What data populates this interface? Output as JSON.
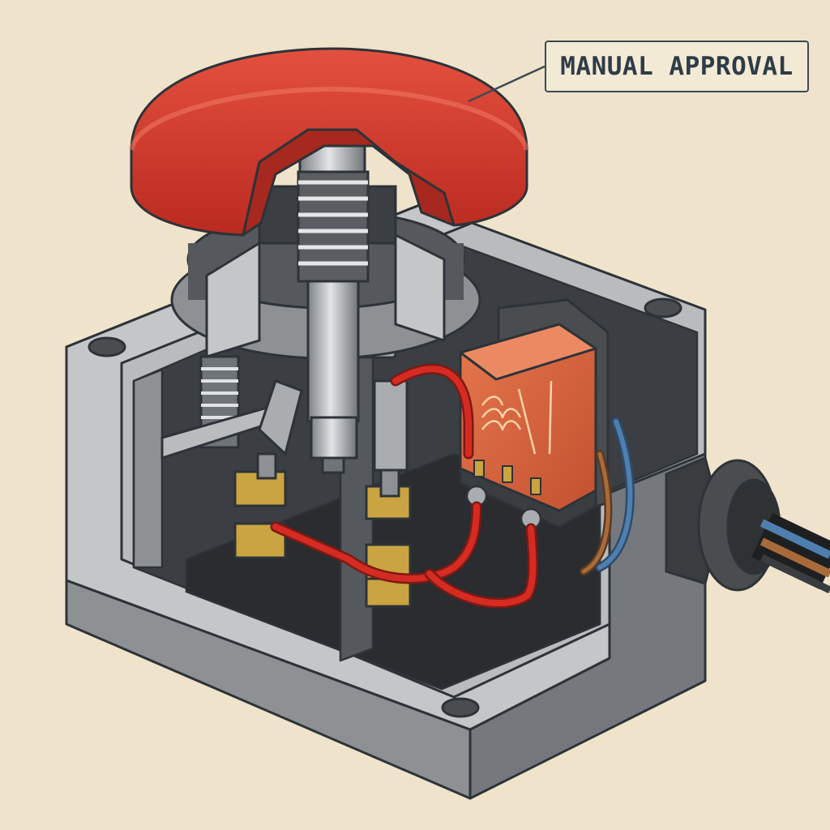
{
  "callout": {
    "text": "MANUAL APPROVAL",
    "target": "red-push-button-cap"
  },
  "components": [
    "red-push-button-cap",
    "plunger-shaft",
    "compression-spring",
    "side-spring",
    "switch-actuator-links",
    "brass-contact-blocks",
    "relay-module",
    "relay-coil",
    "relay-terminals",
    "red-wire",
    "cable-gland",
    "output-cable",
    "enclosure-housing",
    "mounting-holes"
  ],
  "colors": {
    "background": "#efe4cb",
    "button": "#d23a2c",
    "housing": "#9a9c9f",
    "relay": "#d9683f",
    "wire": "#d62b22",
    "brass": "#c9a441",
    "outline": "#2d3338"
  }
}
